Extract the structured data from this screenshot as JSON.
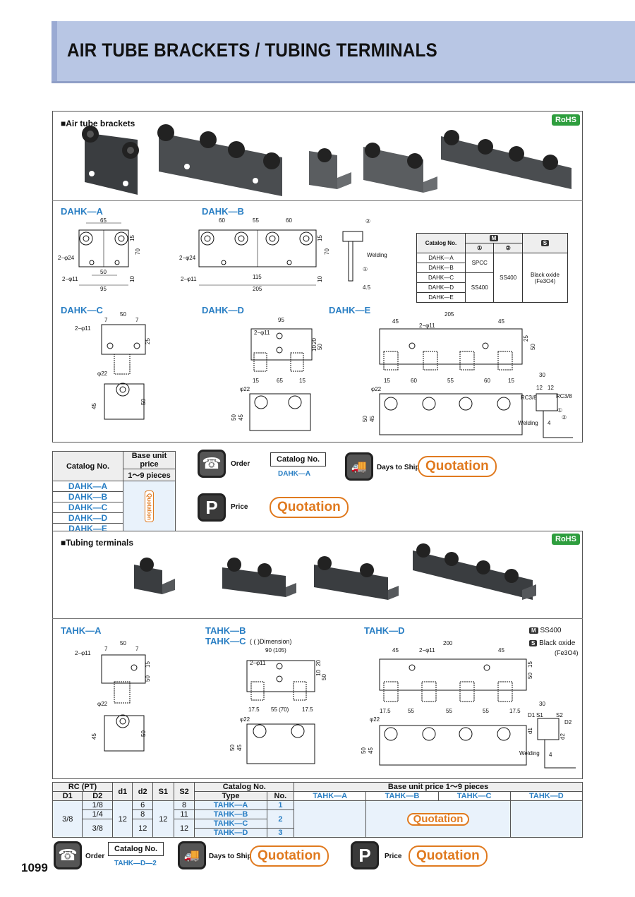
{
  "header": {
    "title": "AIR TUBE BRACKETS / TUBING TERMINALS"
  },
  "brackets": {
    "section_label": "■Air tube brackets",
    "rohs": "RoHS",
    "models": [
      "DAHK—A",
      "DAHK—B",
      "DAHK—C",
      "DAHK—D",
      "DAHK—E"
    ],
    "dims": {
      "a": [
        "65",
        "2−φ24",
        "2−φ11",
        "50",
        "95",
        "70",
        "15",
        "10"
      ],
      "b": [
        "60",
        "55",
        "60",
        "2−φ24",
        "2−φ11",
        "115",
        "205",
        "70",
        "15",
        "10"
      ],
      "side": [
        "②",
        "Welding",
        "①",
        "4.5"
      ],
      "c": [
        "50",
        "7",
        "7",
        "2−φ11",
        "25",
        "φ22",
        "45",
        "50"
      ],
      "d": [
        "95",
        "2−φ11",
        "20",
        "10",
        "50",
        "15",
        "65",
        "15",
        "φ22",
        "50",
        "45"
      ],
      "e": [
        "205",
        "45",
        "2−φ11",
        "45",
        "25",
        "50",
        "15",
        "60",
        "55",
        "60",
        "15",
        "φ22",
        "50",
        "45",
        "30",
        "12",
        "12",
        "RC3/8",
        "RC3/8",
        "Welding",
        "①",
        "②",
        "4"
      ]
    },
    "material_table": {
      "catalog_header": "Catalog No.",
      "m_header": "M",
      "col1": "①",
      "col2": "②",
      "s_header": "S",
      "rows": [
        "DAHK—A",
        "DAHK—B",
        "DAHK—C",
        "DAHK—D",
        "DAHK—E"
      ],
      "spcc": "SPCC",
      "ss400_a": "SS400",
      "ss400_b": "SS400",
      "finish": "Black oxide",
      "finish_formula": "(Fe3O4)"
    },
    "price_table": {
      "catalog_header": "Catalog No.",
      "price_header": "Base unit price",
      "qty": "1〜9 pieces",
      "rows": [
        "DAHK—A",
        "DAHK—B",
        "DAHK—C",
        "DAHK—D",
        "DAHK—E"
      ],
      "quote": "Quotation"
    },
    "order": {
      "order_label": "Order",
      "catalog_label": "Catalog No.",
      "catalog_example": "DAHK—A",
      "days_label": "Days to Ship",
      "days_value": "Quotation",
      "price_label": "Price",
      "price_value": "Quotation"
    }
  },
  "terminals": {
    "section_label": "■Tubing terminals",
    "rohs": "RoHS",
    "models": [
      "TAHK—A",
      "TAHK—B",
      "TAHK—C",
      "TAHK—D"
    ],
    "dimension_note": "( ( )Dimension)",
    "material": {
      "m": "M",
      "m_value": "SS400",
      "s": "S",
      "s_value": "Black oxide",
      "s_formula": "(Fe3O4)"
    },
    "dims": {
      "a": [
        "50",
        "7",
        "7",
        "2−φ11",
        "15",
        "50",
        "φ22",
        "45",
        "50"
      ],
      "bc": [
        "90 (105)",
        "2−φ11",
        "20",
        "10",
        "50",
        "17.5",
        "55 (70)",
        "17.5",
        "φ22",
        "50",
        "45"
      ],
      "d": [
        "200",
        "45",
        "2−φ11",
        "45",
        "15",
        "50",
        "17.5",
        "55",
        "55",
        "55",
        "17.5",
        "φ22",
        "50",
        "45",
        "30",
        "S1",
        "S2",
        "D2",
        "D1",
        "d1",
        "d2",
        "Welding",
        "4"
      ]
    },
    "spec_table": {
      "rc_header": "RC (PT)",
      "d1_header": "D1",
      "d2_header": "D2",
      "d1s_header": "d1",
      "d2s_header": "d2",
      "s1_header": "S1",
      "s2_header": "S2",
      "catalog_header": "Catalog No.",
      "type_header": "Type",
      "no_header": "No.",
      "price_header": "Base unit price 1〜9 pieces",
      "price_cols": [
        "TAHK—A",
        "TAHK—B",
        "TAHK—C",
        "TAHK—D"
      ],
      "d1_value": "3/8",
      "d2_values": [
        "1/8",
        "1/4",
        "3/8"
      ],
      "d1s_value": "12",
      "d2s_values": [
        "6",
        "8",
        "12"
      ],
      "s1_value": "12",
      "s2_values": [
        "8",
        "11",
        "12"
      ],
      "types": [
        "TAHK—A",
        "TAHK—B",
        "TAHK—C",
        "TAHK—D"
      ],
      "nos": [
        "1",
        "2",
        "3"
      ],
      "quote": "Quotation"
    },
    "order": {
      "order_label": "Order",
      "catalog_label": "Catalog No.",
      "catalog_example": "TAHK—D—2",
      "days_label": "Days to Ship",
      "days_value": "Quotation",
      "price_label": "Price",
      "price_value": "Quotation"
    }
  },
  "page_number": "1099",
  "colors": {
    "accent_blue": "#2a7fc4",
    "quote_orange": "#e07a1f",
    "header_band": "#b8c6e4",
    "rohs_green": "#2e9e3e"
  }
}
